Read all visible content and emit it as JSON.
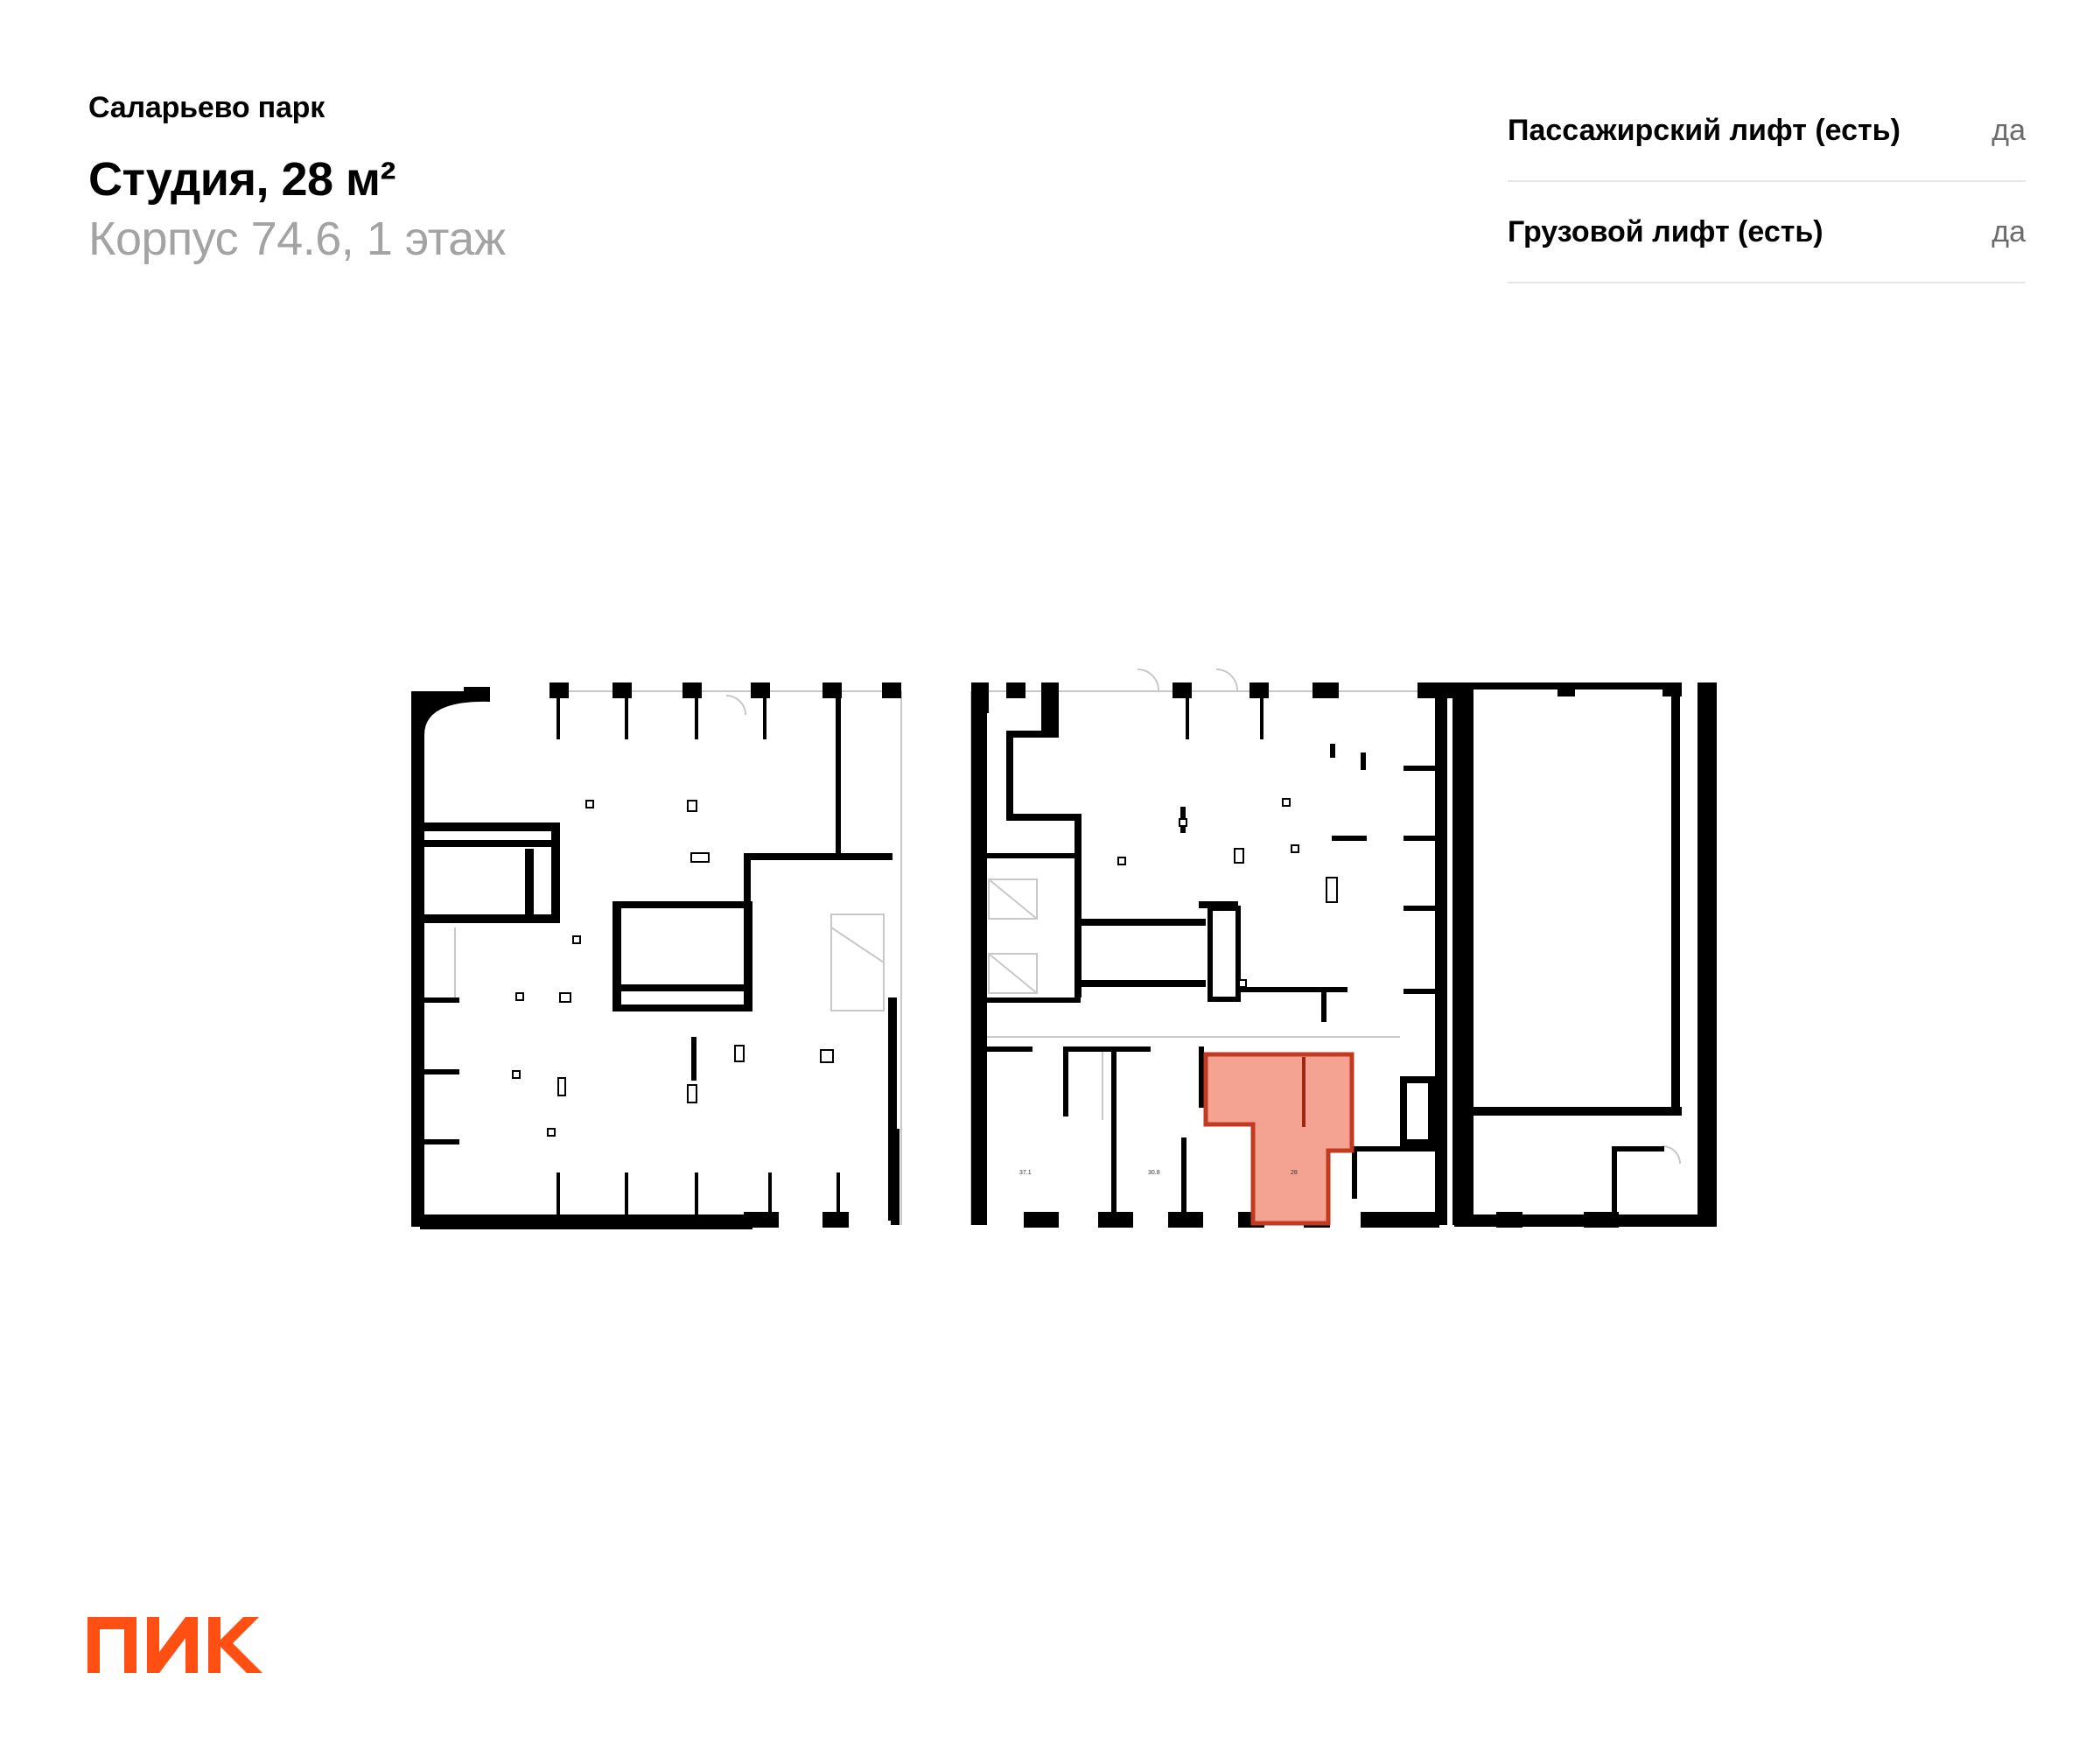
{
  "header": {
    "project": "Саларьево парк",
    "title": "Студия, 28 м²",
    "subtitle": "Корпус 74.6, 1 этаж"
  },
  "features": [
    {
      "label": "Пассажирский лифт (есть)",
      "value": "да"
    },
    {
      "label": "Грузовой лифт (есть)",
      "value": "да"
    }
  ],
  "plan": {
    "highlight_color": "#f4a393",
    "highlight_stroke": "#c23a20",
    "room_labels": [
      "37.1",
      "30.8",
      "28"
    ]
  },
  "brand": {
    "logo_text": "ПИК",
    "color": "#ff4f12"
  }
}
